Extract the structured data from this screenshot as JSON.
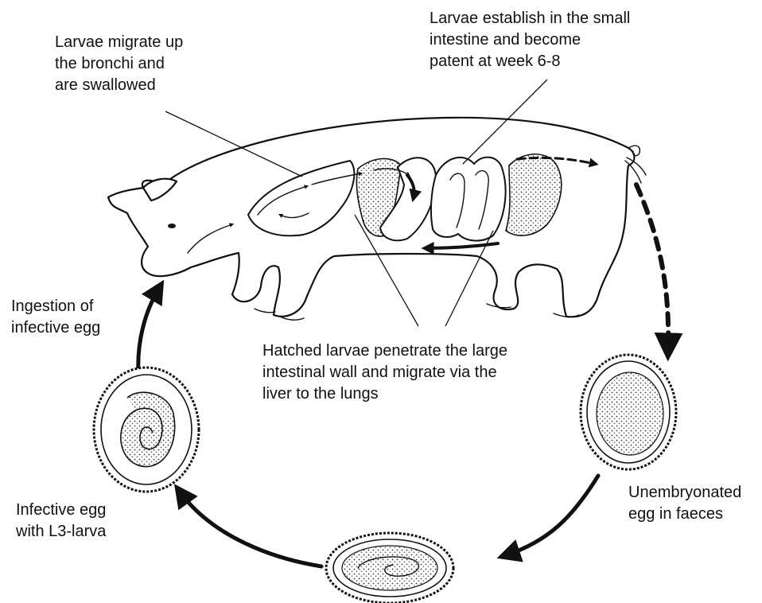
{
  "labels": {
    "bronchi": "Larvae migrate up\nthe bronchi and\nare swallowed",
    "small_intestine": "Larvae establish in the small\nintestine and become\npatent at week 6-8",
    "hatched": "Hatched larvae penetrate the large\nintestinal wall and migrate via the\nliver to the lungs",
    "ingestion": "Ingestion of\ninfective egg",
    "unembryonated": "Unembryonated\negg in faeces",
    "infective_egg": "Infective egg\nwith L3-larva"
  },
  "stages": [
    "host-pig",
    "unembryonated-egg",
    "developing-egg",
    "infective-egg"
  ],
  "icons": {
    "pig": "pig-illustration",
    "egg_unembryonated": "egg-icon",
    "egg_developing": "egg-larva-icon",
    "egg_infective": "egg-coiled-larva-icon"
  },
  "colors": {
    "ink": "#111111",
    "background": "#ffffff"
  }
}
